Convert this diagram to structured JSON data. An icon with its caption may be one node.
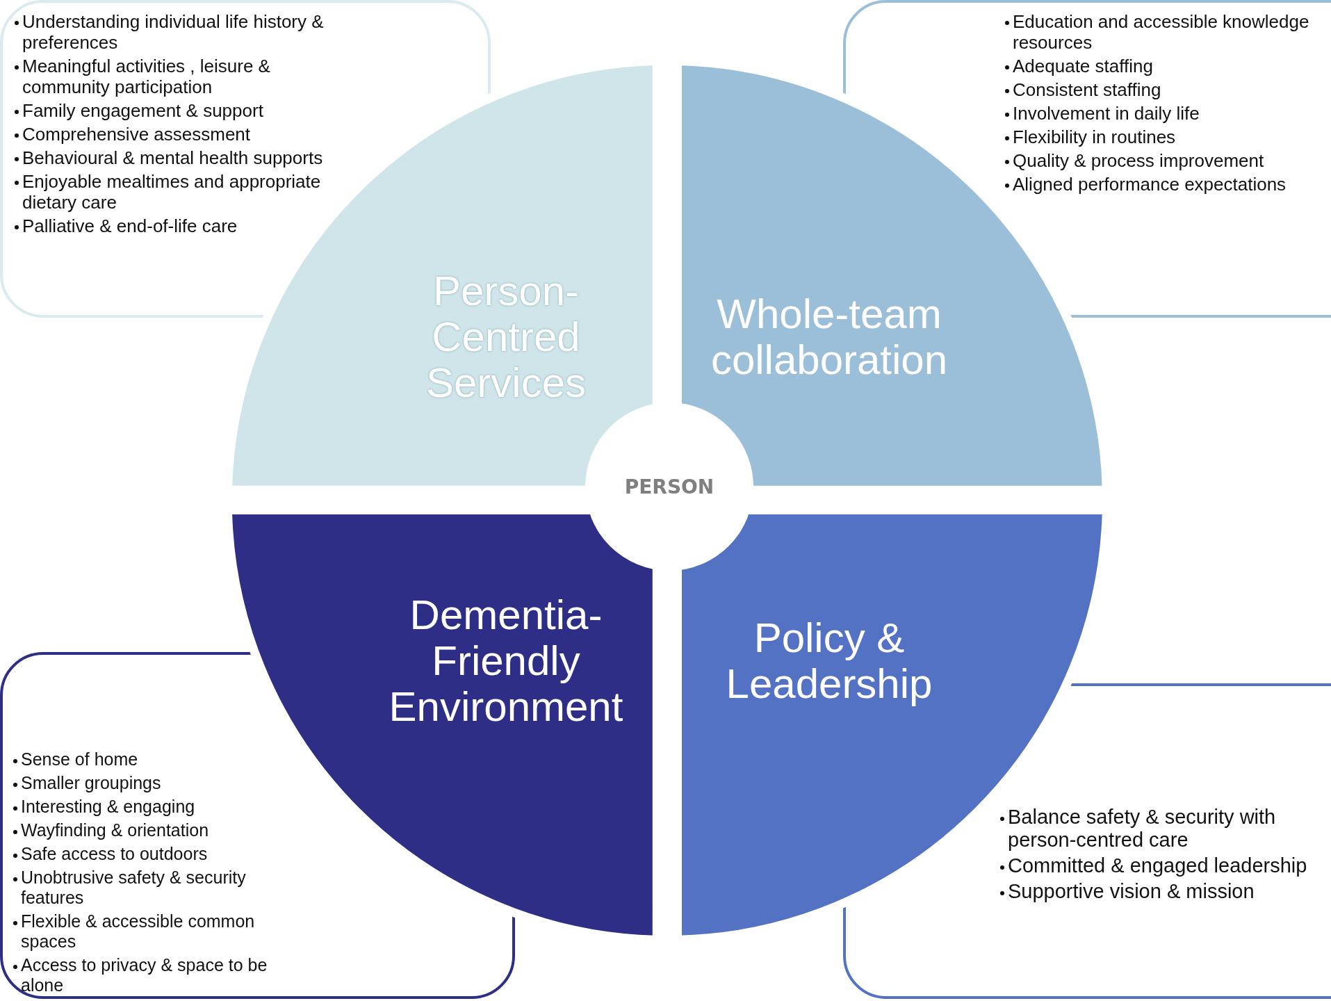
{
  "diagram": {
    "nodes": [
      {
        "text": [
          "Understanding individual life history & preferences",
          "Meaningful activities , leisure & community participation",
          "Family engagement & support",
          "Comprehensive assessment",
          "Behavioural & mental health supports",
          "Enjoyable mealtimes and appropriate dietary care",
          "Palliative & end-of-life care"
        ]
      },
      {
        "text": [
          "Education and accessible knowledge resources",
          "Adequate staffing",
          "Consistent staffing",
          "Involvement in daily life",
          "Flexibility in routines",
          "Quality & process improvement",
          "Aligned performance expectations"
        ]
      },
      {
        "text": [
          "Person- Centred Services"
        ]
      },
      {
        "text": [
          "Whole-team collaboration"
        ]
      },
      {
        "text": [
          "PERSON"
        ]
      },
      {
        "text": [
          "Dementia- Friendly Environment"
        ]
      },
      {
        "text": [
          "Policy & Leadership"
        ]
      },
      {
        "text": [
          "Sense of home",
          "Smaller groupings",
          "Interesting & engaging",
          "Wayfinding & orientation",
          "Safe access to outdoors",
          "Unobtrusive safety & security features",
          "Flexible & accessible common spaces",
          "Access to privacy & space to be alone"
        ]
      },
      {
        "text": [
          "Balance safety & security with person-centred care",
          "Committed & engaged leadership",
          "Supportive vision & mission"
        ]
      }
    ],
    "edges": []
  }
}
